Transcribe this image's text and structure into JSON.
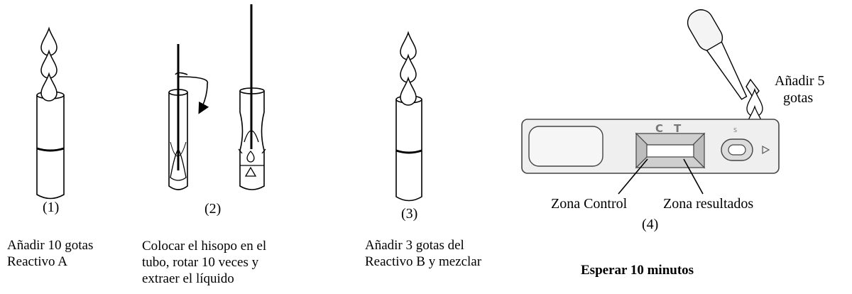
{
  "steps": [
    {
      "number": "(1)",
      "lines": [
        "Añadir 10 gotas",
        "Reactivo A"
      ]
    },
    {
      "number": "(2)",
      "lines": [
        "Colocar el hisopo en el",
        "tubo, rotar 10 veces y",
        "extraer el líquido"
      ]
    },
    {
      "number": "(3)",
      "lines": [
        "Añadir 3 gotas del",
        "Reactivo B y mezclar"
      ]
    },
    {
      "number": "(4)",
      "lines": [
        "Esperar 10 minutos"
      ]
    }
  ],
  "cassette": {
    "window_letters": [
      "C",
      "T"
    ],
    "sample_mark": "S",
    "control_label": "Zona Control",
    "result_label": "Zona resultados",
    "dropper_lines": [
      "Añadir 5",
      "gotas"
    ]
  }
}
